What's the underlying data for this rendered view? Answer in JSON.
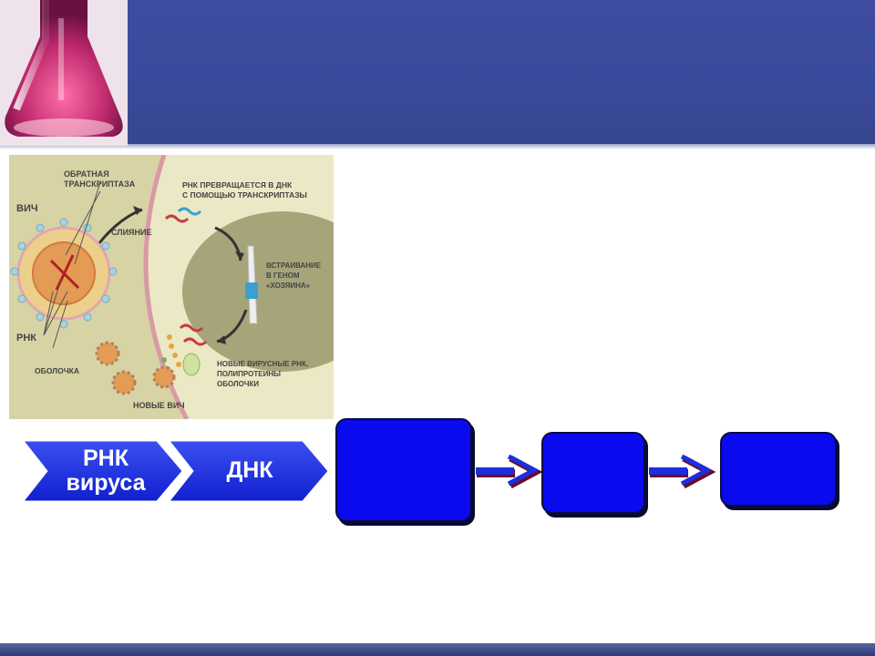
{
  "illustration": {
    "label_hiv": "ВИЧ",
    "label_rt": [
      "ОБРАТНАЯ",
      "ТРАНСКРИПТАЗА"
    ],
    "label_rna": "РНК",
    "label_envelope": "ОБОЛОЧКА",
    "label_fusion": "СЛИЯНИЕ",
    "label_rna_to_dna_1": "РНК ПРЕВРАЩАЕТСЯ В ДНК",
    "label_rna_to_dna_2": "С ПОМОЩЬЮ ТРАНСКРИПТАЗЫ",
    "label_integration": [
      "ВСТРАИВАНИЕ",
      "В ГЕНОМ",
      "«ХОЗЯИНА»"
    ],
    "label_new_rna": [
      "НОВЫЕ ВИРУСНЫЕ РНК,",
      "ПОЛИПРОТЕИНЫ",
      "ОБОЛОЧКИ"
    ],
    "label_new_hiv": "НОВЫЕ ВИЧ"
  },
  "flow": {
    "step1_line1": "РНК",
    "step1_line2": "вируса",
    "step2": "ДНК"
  },
  "colors": {
    "header": "#3a4a9b",
    "block": "#0a0aee",
    "chevron": "#1a2fe0"
  }
}
